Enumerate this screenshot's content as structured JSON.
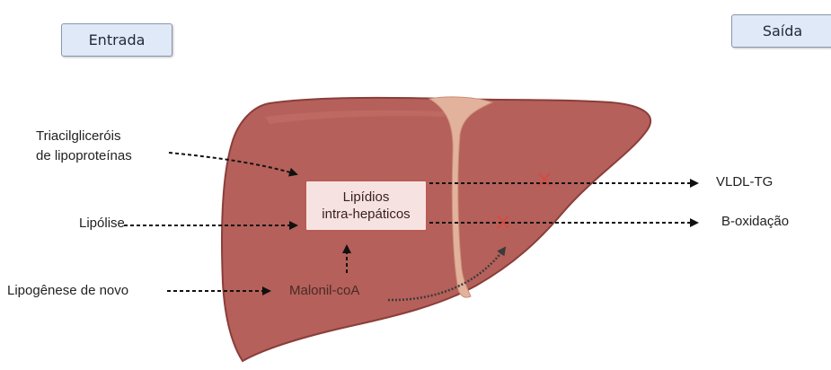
{
  "headers": {
    "entrada": "Entrada",
    "saida": "Saída"
  },
  "inputs": {
    "tag_line1": "Triacilgliceróis",
    "tag_line2": "de lipoproteínas",
    "lipolise": "Lipólise",
    "lipogenese": "Lipogênese de novo",
    "malonil": "Malonil-coA"
  },
  "center": {
    "line1": "Lipídios",
    "line2": "intra-hepáticos"
  },
  "outputs": {
    "vldl": "VLDL-TG",
    "boxid": "B-oxidação"
  },
  "colors": {
    "liver_fill": "#b5605a",
    "liver_stroke": "#8a3e3a",
    "ligament": "#e3b29c",
    "center_fill": "#f6e3e1",
    "center_border": "#b95b55",
    "header_fill": "#dfe9f7",
    "inhibition_mark": "#e0443c"
  },
  "icons": {
    "inhibition": "x-mark-icon",
    "arrow": "dashed-arrow-icon"
  }
}
